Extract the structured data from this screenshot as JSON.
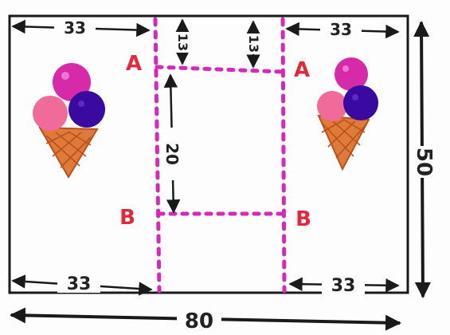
{
  "diagram": {
    "dimensions": {
      "top_left_margin": "33",
      "top_right_margin": "33",
      "bottom_left_margin": "33",
      "bottom_right_margin": "33",
      "inner_top_left": "13",
      "inner_top_right": "13",
      "inner_vertical": "20",
      "height": "50",
      "width": "80"
    },
    "points": {
      "a_left": "A",
      "a_right": "A",
      "b_left": "B",
      "b_right": "B"
    },
    "colors": {
      "border": "#1a1a1a",
      "dashed_lines": "#d629b8",
      "point_labels": "#e02a3c",
      "scoop_pink": "#d62aa8",
      "scoop_light_pink": "#f06a9a",
      "scoop_purple": "#3a0aa0",
      "cone": "#e07a3a"
    },
    "icons": [
      "ice-cream-cone-icon-left",
      "ice-cream-cone-icon-right"
    ]
  }
}
